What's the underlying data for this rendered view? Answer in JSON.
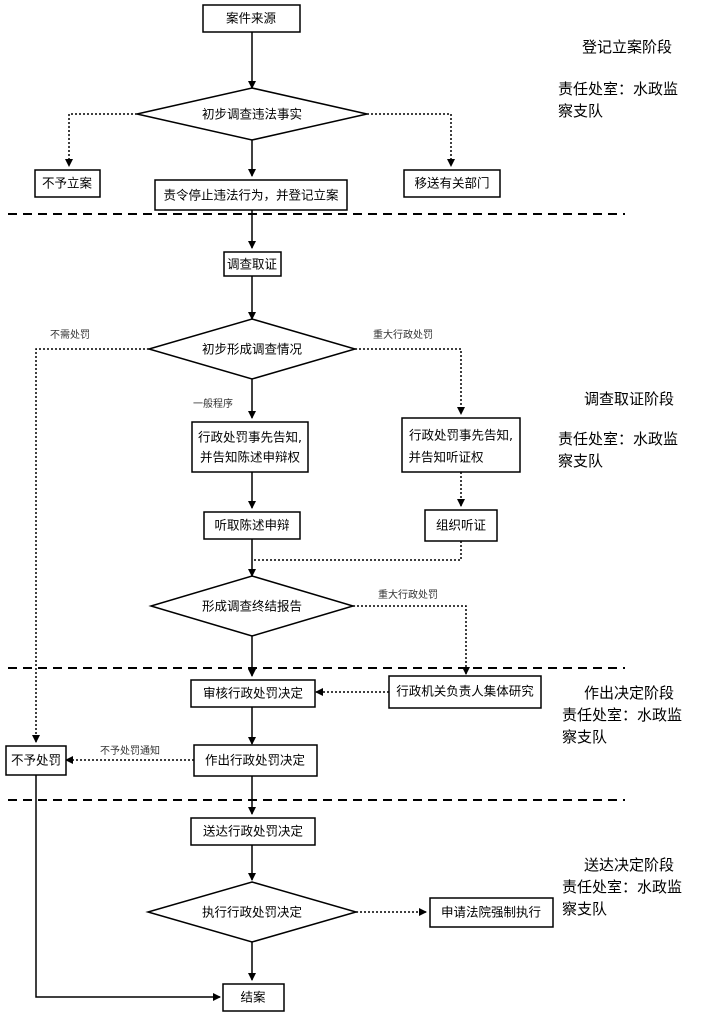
{
  "nodes": {
    "case_source": "案件来源",
    "preliminary_investigation": "初步调查违法事实",
    "no_filing": "不予立案",
    "order_stop_register": "责令停止违法行为，并登记立案",
    "transfer_department": "移送有关部门",
    "investigate_evidence": "调查取证",
    "form_investigation_status": "初步形成调查情况",
    "prior_notice_statement": [
      "行政处罚事先告知,",
      "并告知陈述申辩权"
    ],
    "prior_notice_hearing": [
      "行政处罚事先告知,",
      "并告知听证权"
    ],
    "hear_statement": "听取陈述申辩",
    "organize_hearing": "组织听证",
    "final_report": "形成调查终结报告",
    "review_decision": "审核行政处罚决定",
    "collective_study": "行政机关负责人集体研究",
    "make_decision": "作出行政处罚决定",
    "no_penalty": "不予处罚",
    "deliver_decision": "送达行政处罚决定",
    "execute_decision": "执行行政处罚决定",
    "court_enforcement": "申请法院强制执行",
    "close_case": "结案"
  },
  "edge_labels": {
    "no_penalty_needed": "不需处罚",
    "major_penalty_1": "重大行政处罚",
    "general_procedure": "一般程序",
    "major_penalty_2": "重大行政处罚",
    "no_penalty_notice": "不予处罚通知"
  },
  "stages": [
    {
      "title": "登记立案阶段",
      "responsible": "责任处室：水政监察支队"
    },
    {
      "title": "调查取证阶段",
      "responsible": "责任处室：水政监察支队"
    },
    {
      "title": "作出决定阶段",
      "responsible": "责任处室：水政监察支队"
    },
    {
      "title": "送达决定阶段",
      "responsible": "责任处室：水政监察支队"
    }
  ]
}
